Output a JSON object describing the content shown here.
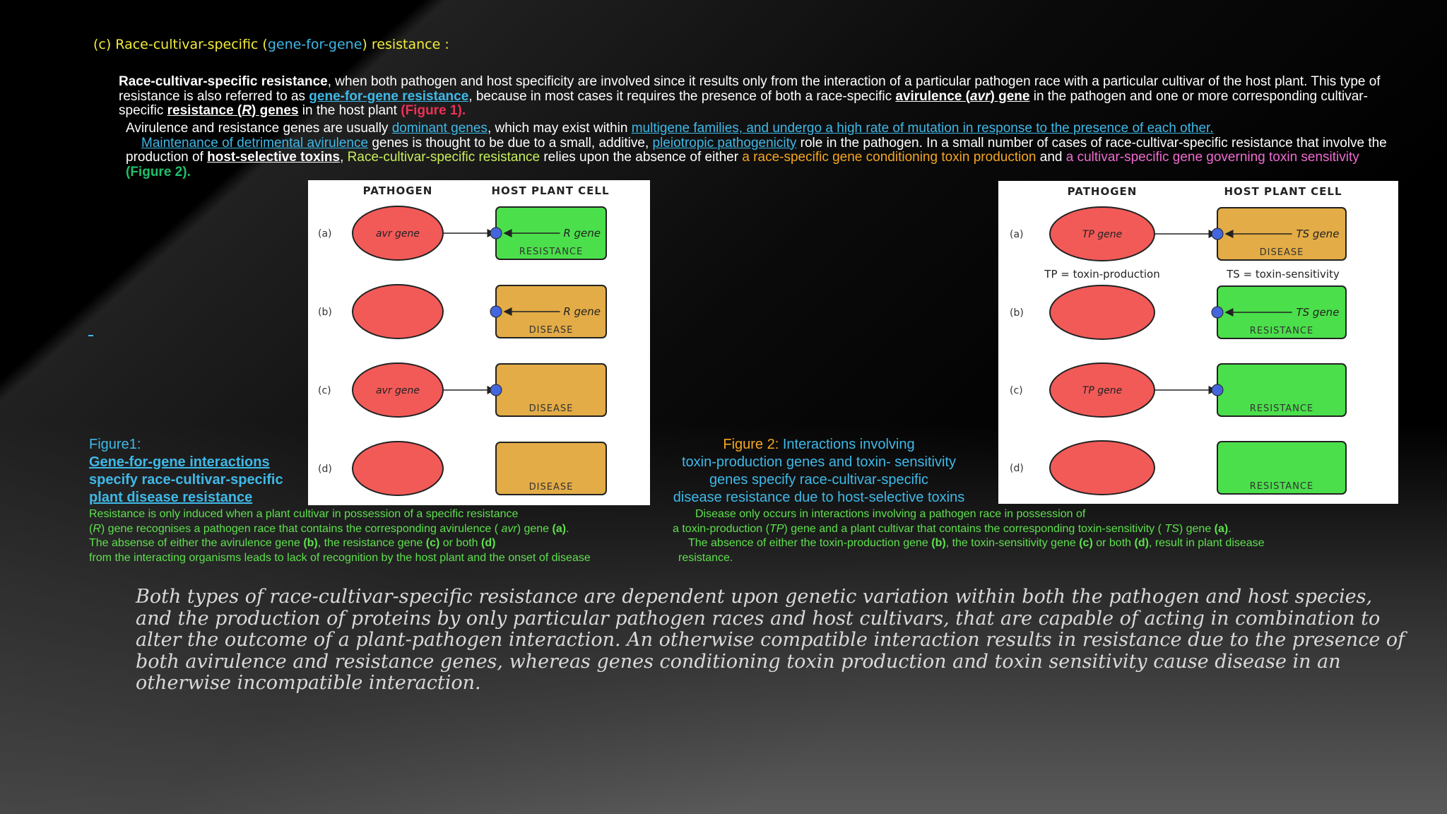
{
  "heading": {
    "prefix": "(c) Race-cultivar-specific (",
    "link": "gene-for-gene",
    "suffix": ") resistance :"
  },
  "para1": {
    "lead": "Race-cultivar-specific resistance",
    "t1": ", when  both pathogen and  host specificity are involved since it results only from the interaction of a particular pathogen race with a particular cultivar of the host plant. This type of resistance is also referred to as ",
    "link_gfg": "gene-for-gene resistance",
    "t2": ", because in most cases it requires the presence of both a race-specific ",
    "avr_a": "avirulence (",
    "avr_i": "avr",
    "avr_b": ") gene",
    "t3": " in the pathogen and one or more corresponding cultivar-specific ",
    "res_a": "resistance (",
    "res_i": "R",
    "res_b": ") genes",
    "t4": " in the host plant ",
    "fig_ref": "(Figure 1)",
    "t5": "."
  },
  "para2": {
    "t1": "Avirulence and resistance genes are usually ",
    "link_dom": "dominant genes",
    "t2": ", which may exist within ",
    "link_multi": "multigene families, and undergo a high rate of mutation in response to the presence of each other.",
    "link_maint": "Maintenance of detrimental avirulence",
    "t3": " genes is thought to be due to a small, additive, ",
    "link_pleio": "pleiotropic pathogenicity",
    "t4": " role in the pathogen. In a small number of cases of race-cultivar-specific resistance that involve the production of ",
    "hst": "host-selective toxins",
    "t5": ", ",
    "rcs": "Race-cultivar-specific resistance",
    "t6": " relies upon the absence of either ",
    "orange": "a race-specific gene conditioning toxin production",
    "t7": " and ",
    "pink": "a cultivar-specific gene governing toxin sensitivity",
    "fig2": " (Figure 2)",
    "t8": "."
  },
  "figure1": {
    "header_left": "PATHOGEN",
    "header_right": "HOST PLANT CELL",
    "rows": [
      {
        "label": "(a)",
        "pathogen_gene": "avr gene",
        "host_gene": "R gene",
        "outcome": "RESISTANCE",
        "arrow": true,
        "receptor": true,
        "host_color": "#4be04b"
      },
      {
        "label": "(b)",
        "pathogen_gene": "",
        "host_gene": "R gene",
        "outcome": "DISEASE",
        "arrow": false,
        "receptor": true,
        "host_color": "#e3ac46"
      },
      {
        "label": "(c)",
        "pathogen_gene": "avr gene",
        "host_gene": "",
        "outcome": "DISEASE",
        "arrow": true,
        "receptor": false,
        "host_color": "#e3ac46"
      },
      {
        "label": "(d)",
        "pathogen_gene": "",
        "host_gene": "",
        "outcome": "DISEASE",
        "arrow": false,
        "receptor": false,
        "host_color": "#e3ac46"
      }
    ]
  },
  "figure2": {
    "header_left": "PATHOGEN",
    "header_right": "HOST PLANT CELL",
    "legend_left": "TP = toxin-production",
    "legend_right": "TS = toxin-sensitivity",
    "rows": [
      {
        "label": "(a)",
        "pathogen_gene": "TP gene",
        "host_gene": "TS gene",
        "outcome": "DISEASE",
        "arrow": true,
        "receptor": true,
        "host_color": "#e3ac46"
      },
      {
        "label": "(b)",
        "pathogen_gene": "",
        "host_gene": "TS gene",
        "outcome": "RESISTANCE",
        "arrow": false,
        "receptor": true,
        "host_color": "#4be04b"
      },
      {
        "label": "(c)",
        "pathogen_gene": "TP gene",
        "host_gene": "",
        "outcome": "RESISTANCE",
        "arrow": true,
        "receptor": false,
        "host_color": "#4be04b"
      },
      {
        "label": "(d)",
        "pathogen_gene": "",
        "host_gene": "",
        "outcome": "RESISTANCE",
        "arrow": false,
        "receptor": false,
        "host_color": "#4be04b"
      }
    ]
  },
  "caption1": {
    "title_a": "Figure1:",
    "title_b": "Gene-for-gene interactions ",
    "title_c": "specify  race-cultivar-specific",
    "title_d": " plant disease resistance",
    "l1": "Resistance is only induced when a plant cultivar in possession of a specific resistance",
    "l2a": "(",
    "l2i": "R",
    "l2b": ") gene recognises a pathogen race that contains the corresponding avirulence ( ",
    "l2j": "avr",
    "l2c": ") gene ",
    "l2d": "(a)",
    "l2e": ".",
    "l3a": " The absense of either the avirulence gene  ",
    "l3b": "(b)",
    "l3c": ", the resistance gene ",
    "l3d": "(c)",
    "l3e": " or both ",
    "l3f": "(d)",
    "l4": " from the interacting organisms leads to lack of recognition by the host plant and the onset of disease"
  },
  "caption2": {
    "title_a": "Figure 2:",
    "title_b": " Interactions involving",
    "title_c": "toxin-production genes and  toxin- sensitivity",
    "title_d": "genes specify race-cultivar-specific",
    "title_e": "disease resistance due to host-selective toxins",
    "l1": "Disease only occurs in interactions involving a pathogen race in possession of",
    "l2a": "a toxin-production (",
    "l2i": "TP",
    "l2b": ") gene and a plant cultivar that contains the corresponding toxin-sensitivity ( ",
    "l2j": "TS",
    "l2c": ") gene ",
    "l2d": "(a)",
    "l2e": ".",
    "l3a": "The absence of either the toxin-production gene  ",
    "l3b": "(b)",
    "l3c": ", the toxin-sensitivity gene ",
    "l3d": "(c)",
    "l3e": " or both ",
    "l3f": "(d)",
    "l3g": ", result in plant disease",
    "l4": "resistance."
  },
  "closing": "Both types of race-cultivar-specific resistance are dependent upon genetic variation within both the pathogen and host species, and the production of proteins by only particular pathogen races and host cultivars, that are capable of acting in combination to alter the outcome of a plant-pathogen interaction. An otherwise compatible interaction results in resistance due to the presence of both avirulence and resistance genes, whereas genes conditioning toxin production and toxin sensitivity cause disease in an otherwise incompatible interaction."
}
